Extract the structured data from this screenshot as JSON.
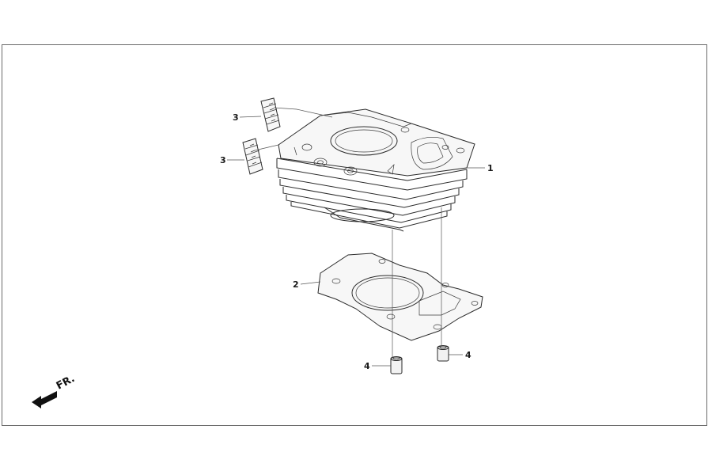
{
  "diagram": {
    "callouts": [
      {
        "id": "c1",
        "label": "1"
      },
      {
        "id": "c2",
        "label": "2"
      },
      {
        "id": "c3a",
        "label": "3"
      },
      {
        "id": "c3b",
        "label": "3"
      },
      {
        "id": "c4a",
        "label": "4"
      },
      {
        "id": "c4b",
        "label": "4"
      }
    ],
    "front_indicator": "FR."
  }
}
